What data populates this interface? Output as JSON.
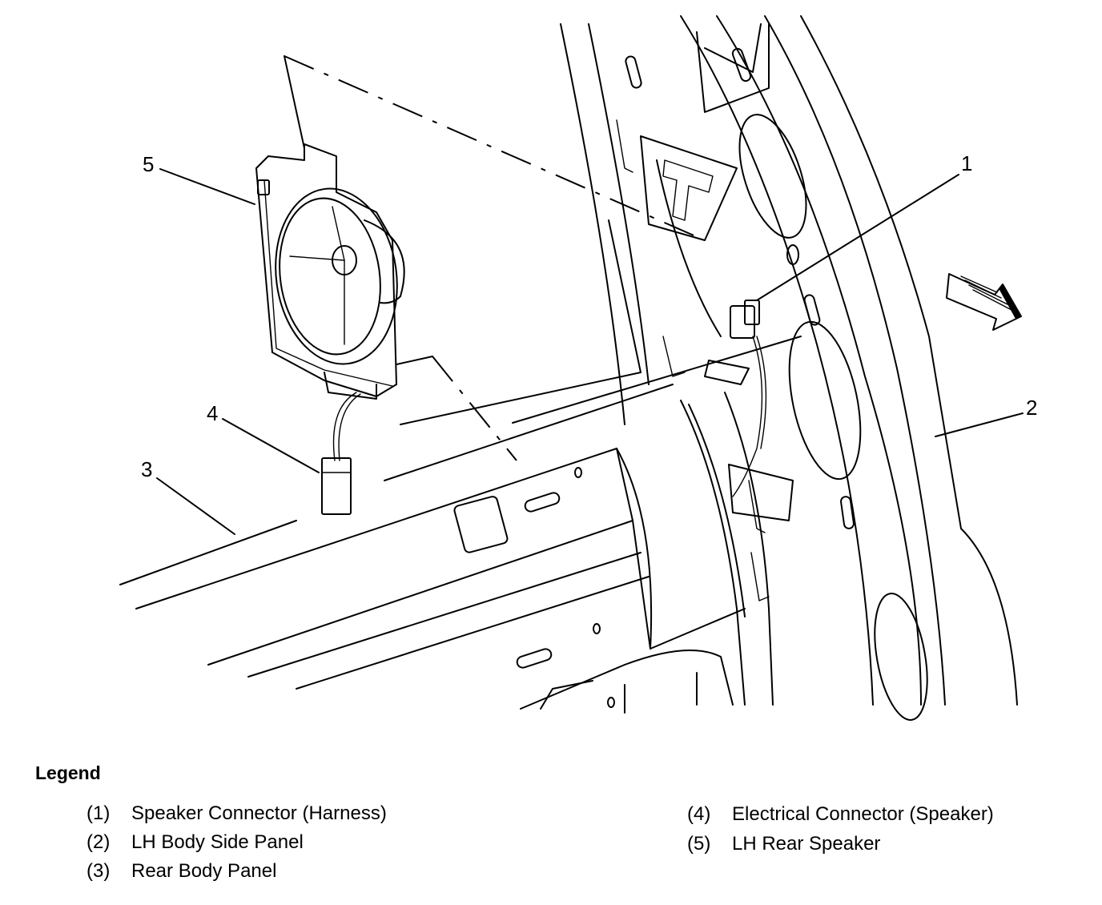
{
  "callouts": [
    "1",
    "2",
    "3",
    "4",
    "5"
  ],
  "legend": {
    "title": "Legend",
    "items": [
      {
        "number": "(1)",
        "label": "Speaker Connector (Harness)"
      },
      {
        "number": "(2)",
        "label": "LH Body Side Panel"
      },
      {
        "number": "(3)",
        "label": "Rear Body Panel"
      },
      {
        "number": "(4)",
        "label": "Electrical Connector (Speaker)"
      },
      {
        "number": "(5)",
        "label": "LH Rear Speaker"
      }
    ]
  }
}
